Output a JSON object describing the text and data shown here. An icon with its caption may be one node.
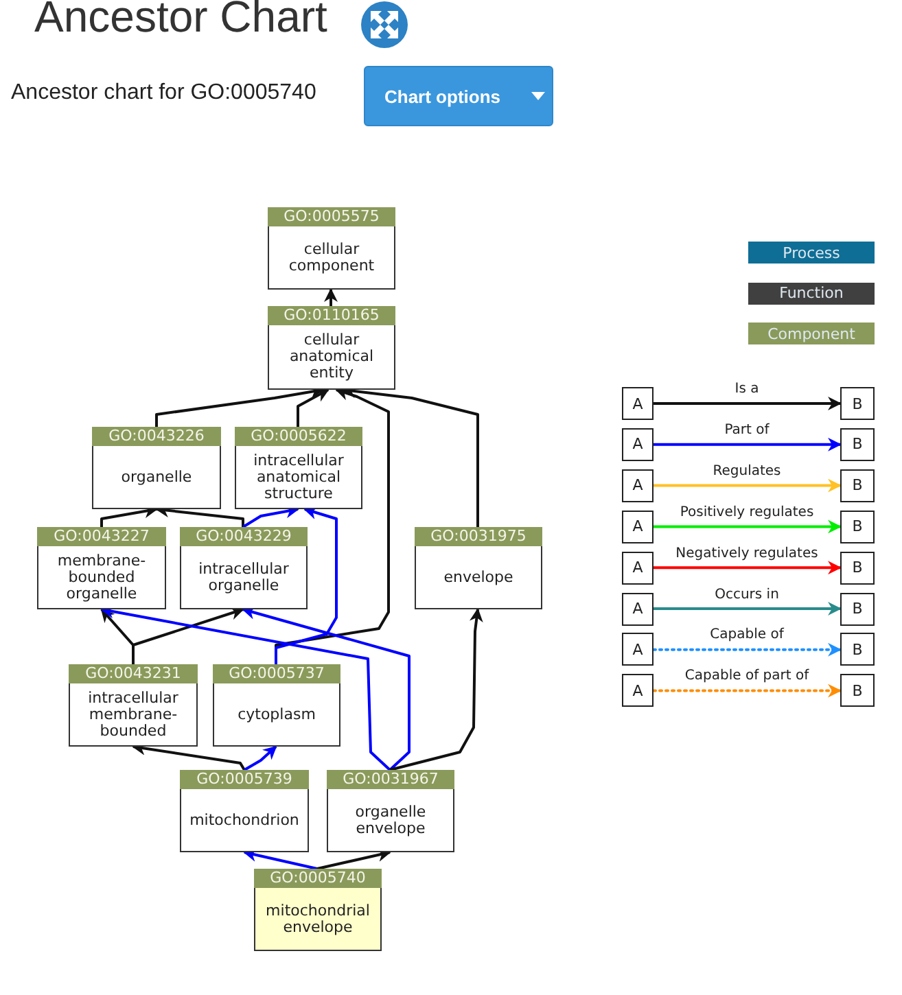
{
  "diagram": {
    "title": "Ancestor Chart",
    "nodes": [
      {
        "text": [
          "GO:0005575",
          "cellular component"
        ]
      },
      {
        "text": [
          "GO:0110165",
          "cellular anatomical entity"
        ]
      },
      {
        "text": [
          "GO:0043226",
          "organelle"
        ]
      },
      {
        "text": [
          "GO:0005622",
          "intracellular anatomical structure"
        ]
      },
      {
        "text": [
          "GO:0043227",
          "membrane-bounded organelle"
        ]
      },
      {
        "text": [
          "GO:0043229",
          "intracellular organelle"
        ]
      },
      {
        "text": [
          "GO:0031975",
          "envelope"
        ]
      },
      {
        "text": [
          "GO:0043231",
          "intracellular membrane-bounded"
        ]
      },
      {
        "text": [
          "GO:0005737",
          "cytoplasm"
        ]
      },
      {
        "text": [
          "GO:0005739",
          "mitochondrion"
        ]
      },
      {
        "text": [
          "GO:0031967",
          "organelle envelope"
        ]
      },
      {
        "text": [
          "GO:0005740",
          "mitochondrial envelope"
        ]
      },
      {
        "text": [
          "A"
        ]
      },
      {
        "text": [
          "B"
        ]
      },
      {
        "text": [
          "A"
        ]
      },
      {
        "text": [
          "B"
        ]
      },
      {
        "text": [
          "A"
        ]
      },
      {
        "text": [
          "B"
        ]
      },
      {
        "text": [
          "A"
        ]
      },
      {
        "text": [
          "B"
        ]
      },
      {
        "text": [
          "A"
        ]
      },
      {
        "text": [
          "B"
        ]
      },
      {
        "text": [
          "A"
        ]
      },
      {
        "text": [
          "B"
        ]
      },
      {
        "text": [
          "A"
        ]
      },
      {
        "text": [
          "B"
        ]
      },
      {
        "text": [
          "A"
        ]
      },
      {
        "text": [
          "B"
        ]
      }
    ],
    "edges": [
      {
        "from": 1,
        "to": 0,
        "arrow": "to"
      },
      {
        "from": 2,
        "to": 1,
        "arrow": "to"
      },
      {
        "from": 3,
        "to": 1,
        "arrow": "to"
      },
      {
        "from": 8,
        "to": 1,
        "arrow": "to"
      },
      {
        "from": 6,
        "to": 1,
        "arrow": "to"
      },
      {
        "from": 4,
        "to": 2,
        "arrow": "to"
      },
      {
        "from": 5,
        "to": 2,
        "arrow": "to"
      },
      {
        "from": 5,
        "to": 3,
        "arrow": "to",
        "color": "#0000ff"
      },
      {
        "from": 8,
        "to": 3,
        "arrow": "to",
        "color": "#0000ff"
      },
      {
        "from": 7,
        "to": 4,
        "arrow": "to"
      },
      {
        "from": 7,
        "to": 5,
        "arrow": "to"
      },
      {
        "from": 10,
        "to": 4,
        "arrow": "to",
        "color": "#0000ff"
      },
      {
        "from": 10,
        "to": 5,
        "arrow": "to",
        "color": "#0000ff"
      },
      {
        "from": 10,
        "to": 6,
        "arrow": "to"
      },
      {
        "from": 9,
        "to": 7,
        "arrow": "to"
      },
      {
        "from": 9,
        "to": 8,
        "arrow": "to",
        "color": "#0000ff"
      },
      {
        "from": 11,
        "to": 9,
        "arrow": "to",
        "color": "#0000ff"
      },
      {
        "from": 11,
        "to": 10,
        "arrow": "to"
      },
      {
        "from": 12,
        "to": 13,
        "arrow": "to",
        "label": "Is a"
      },
      {
        "from": 14,
        "to": 15,
        "arrow": "to",
        "label": "Part of",
        "color": "#0000ff"
      },
      {
        "from": 16,
        "to": 17,
        "arrow": "to",
        "label": "Regulates",
        "color": "#ffc125"
      },
      {
        "from": 18,
        "to": 19,
        "arrow": "to",
        "label": "Positively regulates",
        "color": "#00ee00"
      },
      {
        "from": 20,
        "to": 21,
        "arrow": "to",
        "label": "Negatively regulates",
        "color": "#ff0000"
      },
      {
        "from": 22,
        "to": 23,
        "arrow": "to",
        "label": "Occurs in",
        "color": "#2a8b8b"
      },
      {
        "from": 24,
        "to": 25,
        "arrow": "to",
        "label": "Capable of",
        "color": "#1e90ff",
        "style": "dashed"
      },
      {
        "from": 26,
        "to": 27,
        "arrow": "to",
        "label": "Capable of part of",
        "color": "#ff8c00",
        "style": "dashed"
      }
    ],
    "labels": [
      "Ancestor chart for GO:0005740",
      "Chart options"
    ],
    "legend": [
      {
        "text": "Process",
        "color": "#0e6e96"
      },
      {
        "text": "Function",
        "color": "#404040"
      },
      {
        "text": "Component",
        "color": "#8a9a5b"
      }
    ]
  }
}
